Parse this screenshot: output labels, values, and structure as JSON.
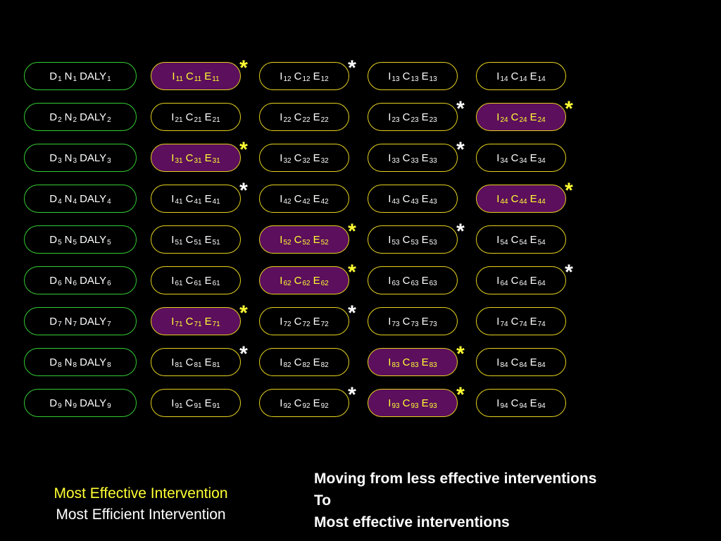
{
  "diseases": [
    {
      "n": "1",
      "text": [
        "D",
        "N",
        "DALY"
      ]
    },
    {
      "n": "2",
      "text": [
        "D",
        "N",
        "DALY"
      ]
    },
    {
      "n": "3",
      "text": [
        "D",
        "N",
        "DALY"
      ]
    },
    {
      "n": "4",
      "text": [
        "D",
        "N",
        "DALY"
      ]
    },
    {
      "n": "5",
      "text": [
        "D",
        "N",
        "DALY"
      ]
    },
    {
      "n": "6",
      "text": [
        "D",
        "N",
        "DALY"
      ]
    },
    {
      "n": "7",
      "text": [
        "D",
        "N",
        "DALY"
      ]
    },
    {
      "n": "8",
      "text": [
        "D",
        "N",
        "DALY"
      ]
    },
    {
      "n": "9",
      "text": [
        "D",
        "N",
        "DALY"
      ]
    }
  ],
  "intervention_letters": [
    "I",
    "C",
    "E"
  ],
  "interventions": [
    [
      {
        "sub": "11",
        "highlight": true
      },
      {
        "sub": "12",
        "highlight": false
      },
      {
        "sub": "13",
        "highlight": false
      },
      {
        "sub": "14",
        "highlight": false
      }
    ],
    [
      {
        "sub": "21",
        "highlight": false
      },
      {
        "sub": "22",
        "highlight": false
      },
      {
        "sub": "23",
        "highlight": false
      },
      {
        "sub": "24",
        "highlight": true
      }
    ],
    [
      {
        "sub": "31",
        "highlight": true
      },
      {
        "sub": "32",
        "highlight": false
      },
      {
        "sub": "33",
        "highlight": false
      },
      {
        "sub": "34",
        "highlight": false
      }
    ],
    [
      {
        "sub": "41",
        "highlight": false
      },
      {
        "sub": "42",
        "highlight": false
      },
      {
        "sub": "43",
        "highlight": false
      },
      {
        "sub": "44",
        "highlight": true
      }
    ],
    [
      {
        "sub": "51",
        "highlight": false
      },
      {
        "sub": "52",
        "highlight": true
      },
      {
        "sub": "53",
        "highlight": false
      },
      {
        "sub": "54",
        "highlight": false
      }
    ],
    [
      {
        "sub": "61",
        "highlight": false
      },
      {
        "sub": "62",
        "highlight": true
      },
      {
        "sub": "63",
        "highlight": false
      },
      {
        "sub": "64",
        "highlight": false
      }
    ],
    [
      {
        "sub": "71",
        "highlight": true
      },
      {
        "sub": "72",
        "highlight": false
      },
      {
        "sub": "73",
        "highlight": false
      },
      {
        "sub": "74",
        "highlight": false
      }
    ],
    [
      {
        "sub": "81",
        "highlight": false
      },
      {
        "sub": "82",
        "highlight": false
      },
      {
        "sub": "83",
        "highlight": true
      },
      {
        "sub": "84",
        "highlight": false
      }
    ],
    [
      {
        "sub": "91",
        "highlight": false
      },
      {
        "sub": "92",
        "highlight": false
      },
      {
        "sub": "93",
        "highlight": true
      },
      {
        "sub": "94",
        "highlight": false
      }
    ]
  ],
  "stars": [
    {
      "row": 1,
      "col": 1,
      "color": "yellow"
    },
    {
      "row": 1,
      "col": 2,
      "color": "white"
    },
    {
      "row": 2,
      "col": 3,
      "color": "white"
    },
    {
      "row": 2,
      "col": 4,
      "color": "yellow"
    },
    {
      "row": 3,
      "col": 1,
      "color": "yellow"
    },
    {
      "row": 3,
      "col": 3,
      "color": "white"
    },
    {
      "row": 4,
      "col": 1,
      "color": "white"
    },
    {
      "row": 4,
      "col": 4,
      "color": "yellow"
    },
    {
      "row": 5,
      "col": 2,
      "color": "yellow"
    },
    {
      "row": 5,
      "col": 3,
      "color": "white"
    },
    {
      "row": 6,
      "col": 2,
      "color": "yellow"
    },
    {
      "row": 6,
      "col": 4,
      "color": "white"
    },
    {
      "row": 7,
      "col": 1,
      "color": "yellow"
    },
    {
      "row": 7,
      "col": 2,
      "color": "white"
    },
    {
      "row": 8,
      "col": 1,
      "color": "white"
    },
    {
      "row": 8,
      "col": 3,
      "color": "yellow"
    },
    {
      "row": 9,
      "col": 2,
      "color": "white"
    },
    {
      "row": 9,
      "col": 3,
      "color": "yellow"
    }
  ],
  "star_glyph": "*",
  "colors": {
    "background": "#000000",
    "disease_border": "#33cc33",
    "intervention_border": "#e6d21e",
    "highlight_fill": "#5c0f5c",
    "highlight_text": "#ffff33",
    "star_yellow": "#ffff33",
    "star_white": "#ffffff"
  },
  "legend": {
    "line1": "Most Effective Intervention",
    "line2": "Most Efficient Intervention"
  },
  "note": {
    "line1": "Moving from less effective interventions",
    "line2": "To",
    "line3": "Most effective interventions"
  }
}
